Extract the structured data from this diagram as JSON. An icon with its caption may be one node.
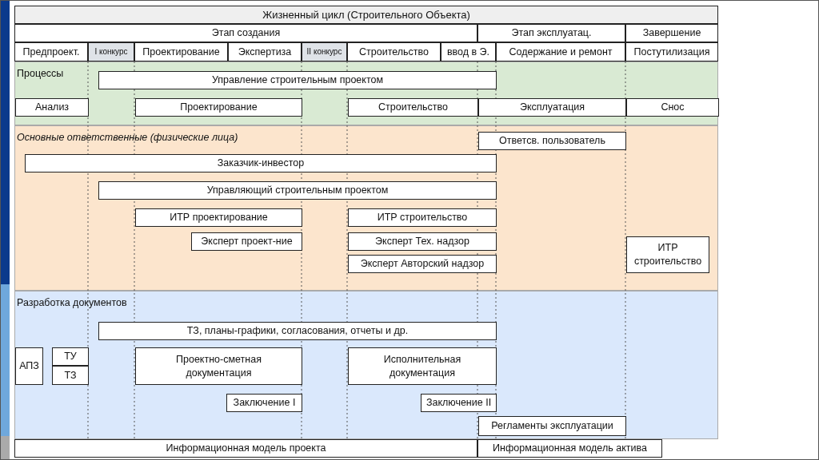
{
  "diagram": {
    "nodes": [
      {
        "text": [
          "Жизненный цикл (Строительного Объекта)"
        ]
      },
      {
        "text": [
          "Этап создания"
        ]
      },
      {
        "text": [
          "Этап эксплуатац."
        ]
      },
      {
        "text": [
          "Завершение"
        ]
      },
      {
        "text": [
          "Предпроект."
        ]
      },
      {
        "text": [
          "I конкурс"
        ]
      },
      {
        "text": [
          "Проектирование"
        ]
      },
      {
        "text": [
          "Экспертиза"
        ]
      },
      {
        "text": [
          "II конкурс"
        ]
      },
      {
        "text": [
          "Строительство"
        ]
      },
      {
        "text": [
          "ввод в Э."
        ]
      },
      {
        "text": [
          "Содержание и ремонт"
        ]
      },
      {
        "text": [
          "Постутилизация"
        ]
      },
      {
        "text": [
          "Процессы"
        ]
      },
      {
        "text": [
          "Управление строительным проектом"
        ],
        "in": 13
      },
      {
        "text": [
          "Анализ"
        ],
        "in": 13
      },
      {
        "text": [
          "Проектирование"
        ],
        "in": 13
      },
      {
        "text": [
          "Строительство"
        ],
        "in": 13
      },
      {
        "text": [
          "Эксплуатация"
        ],
        "in": 13
      },
      {
        "text": [
          "Снос"
        ],
        "in": 13
      },
      {
        "text": [
          "Основные ответственные (физические лица)"
        ]
      },
      {
        "text": [
          "Ответсв. пользователь"
        ],
        "in": 20
      },
      {
        "text": [
          "Заказчик-инвестор"
        ],
        "in": 20
      },
      {
        "text": [
          "Управляющий строительным проектом"
        ],
        "in": 20
      },
      {
        "text": [
          "ИТР проектирование"
        ],
        "in": 20
      },
      {
        "text": [
          "ИТР строительство"
        ],
        "in": 20
      },
      {
        "text": [
          "Эксперт проект-ние"
        ],
        "in": 20
      },
      {
        "text": [
          "Эксперт Тех. надзор"
        ],
        "in": 20
      },
      {
        "text": [
          "Эксперт Авторский надзор"
        ],
        "in": 20
      },
      {
        "text": [
          "ИТР строительство"
        ],
        "in": 20
      },
      {
        "text": [
          "Разработка документов"
        ]
      },
      {
        "text": [
          "ТЗ, планы-графики, согласования, отчеты и др."
        ],
        "in": 30
      },
      {
        "text": [
          "АПЗ"
        ],
        "in": 30
      },
      {
        "text": [
          "ТУ"
        ],
        "in": 30
      },
      {
        "text": [
          "ТЗ"
        ],
        "in": 30
      },
      {
        "text": [
          "Проектно-сметная документация"
        ],
        "in": 30
      },
      {
        "text": [
          "Исполнительная документация"
        ],
        "in": 30
      },
      {
        "text": [
          "Заключение I"
        ],
        "in": 30
      },
      {
        "text": [
          "Заключение II"
        ],
        "in": 30
      },
      {
        "text": [
          "Регламенты эксплуатации"
        ],
        "in": 30
      },
      {
        "text": [
          "Информационная модель проекта"
        ]
      },
      {
        "text": [
          "Информационная модель актива"
        ]
      }
    ]
  }
}
